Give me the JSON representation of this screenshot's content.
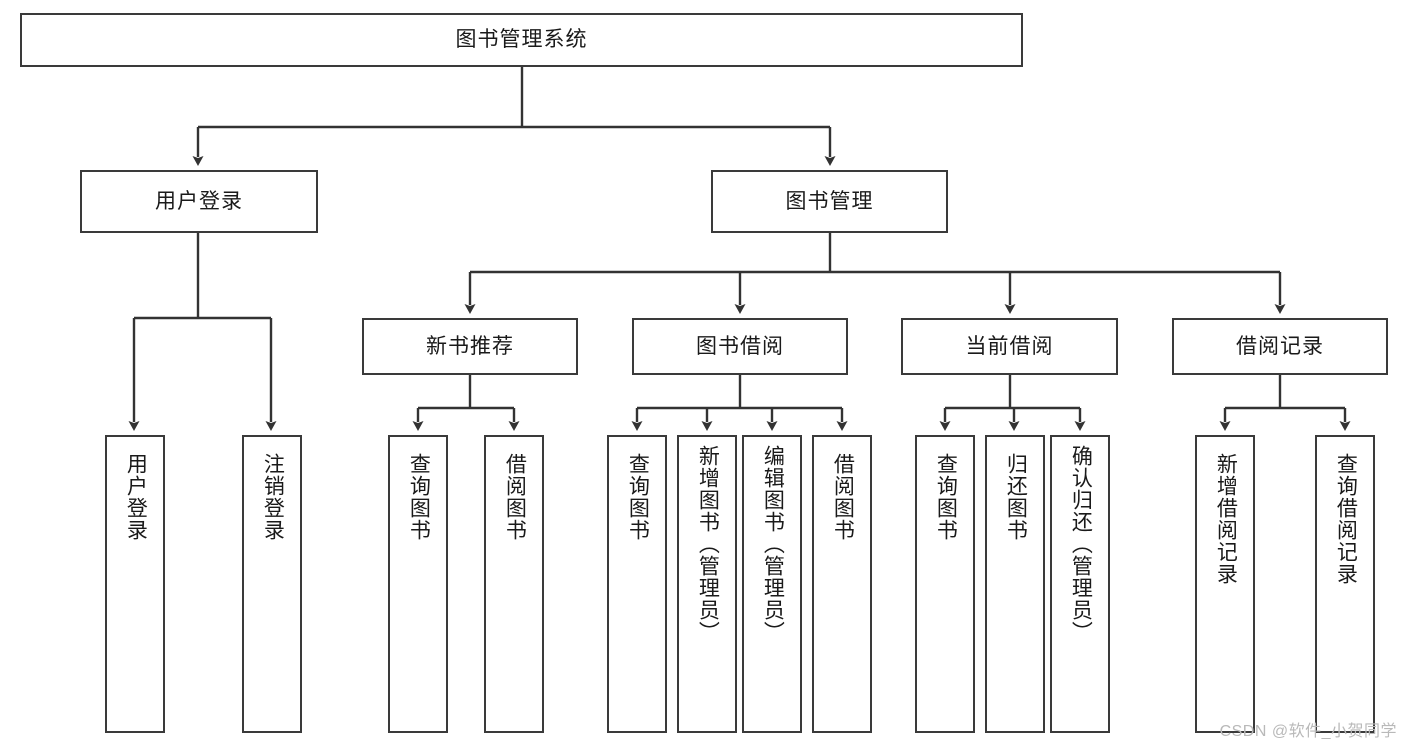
{
  "diagram": {
    "title_node": "图书管理系统",
    "watermark": "CSDN @软件_小贺同学",
    "style": {
      "box_border": "#3a3a3a",
      "box_fill": "#ffffff",
      "edge_color": "#333333",
      "text_color": "#1a1a1a",
      "background": "#ffffff"
    },
    "levels": {
      "level1": [
        "图书管理系统"
      ],
      "level2": [
        "用户登录",
        "图书管理"
      ],
      "level3": [
        "新书推荐",
        "图书借阅",
        "当前借阅",
        "借阅记录"
      ],
      "level4": [
        "用户登录",
        "注销登录",
        "查询图书",
        "借阅图书",
        "查询图书",
        "新增图书（管理员）",
        "编辑图书（管理员）",
        "借阅图书",
        "查询图书",
        "归还图书",
        "确认归还（管理员）",
        "新增借阅记录",
        "查询借阅记录"
      ]
    },
    "nodes": {
      "root": {
        "label": "图书管理系统"
      },
      "user_login": {
        "label": "用户登录"
      },
      "book_manage": {
        "label": "图书管理"
      },
      "new_book_rec": {
        "label": "新书推荐"
      },
      "book_borrow": {
        "label": "图书借阅"
      },
      "current_borrow": {
        "label": "当前借阅"
      },
      "borrow_record": {
        "label": "借阅记录"
      },
      "leaf_user_login": {
        "label": "用户登录"
      },
      "leaf_logout": {
        "label": "注销登录"
      },
      "leaf_query_book_1": {
        "label": "查询图书"
      },
      "leaf_borrow_book_1": {
        "label": "借阅图书"
      },
      "leaf_query_book_2": {
        "label": "查询图书"
      },
      "leaf_add_book": {
        "label": "新增图书（管理员）"
      },
      "leaf_edit_book": {
        "label": "编辑图书（管理员）"
      },
      "leaf_borrow_book_2": {
        "label": "借阅图书"
      },
      "leaf_query_book_3": {
        "label": "查询图书"
      },
      "leaf_return_book": {
        "label": "归还图书"
      },
      "leaf_confirm_return": {
        "label": "确认归还（管理员）"
      },
      "leaf_add_record": {
        "label": "新增借阅记录"
      },
      "leaf_query_record": {
        "label": "查询借阅记录"
      }
    }
  }
}
